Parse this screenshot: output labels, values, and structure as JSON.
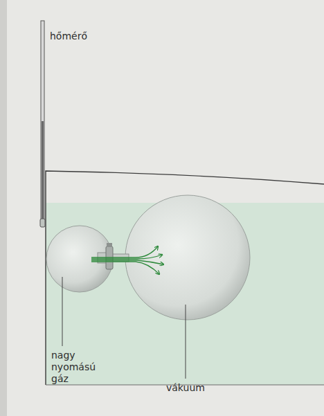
{
  "diagram": {
    "labels": [
      "hőmérő",
      "nagy nyomású gáz",
      "vákuum"
    ]
  }
}
